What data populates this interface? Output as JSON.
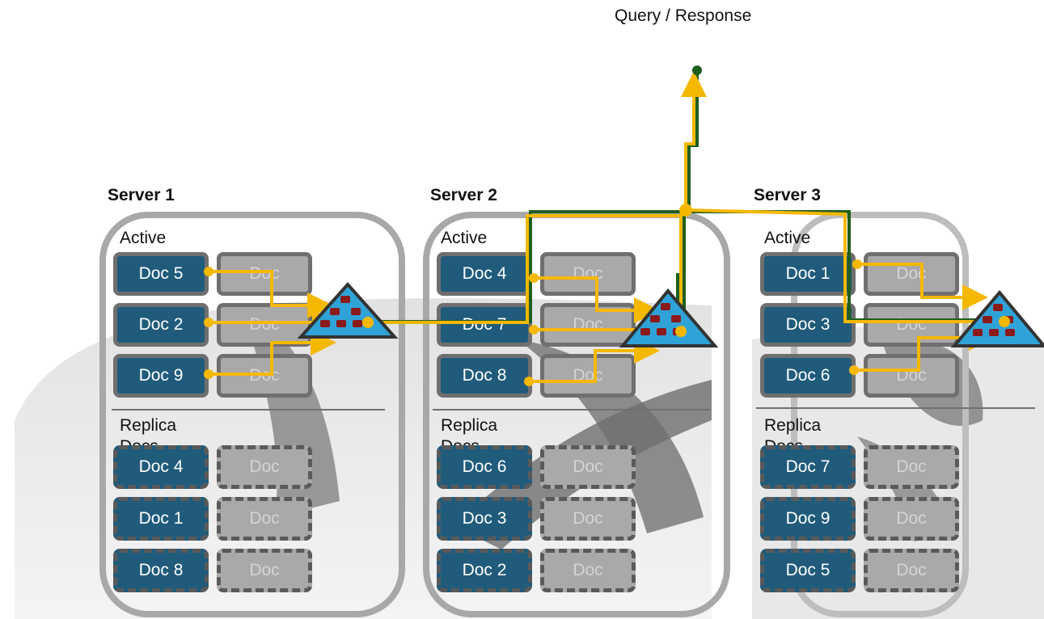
{
  "query_label": "Query / Response",
  "colors": {
    "doc_fill": "#205b7b",
    "doc_ghost_fill": "#a9a9a9",
    "server_border": "#a8a8a8",
    "path_yellow": "#f5b800",
    "path_green": "#1f5e1f",
    "indexer_fill": "#2fa3d8",
    "indexer_node": "#8b1a1a"
  },
  "servers": [
    {
      "title": "Server 1",
      "active_label": "Active Docs",
      "replica_label": "Replica Docs",
      "active_docs": [
        "Doc 5",
        "Doc 2",
        "Doc 9"
      ],
      "replica_docs": [
        "Doc 4",
        "Doc 1",
        "Doc 8"
      ],
      "placeholder": "Doc"
    },
    {
      "title": "Server 2",
      "active_label": "Active Docs",
      "replica_label": "Replica Docs",
      "active_docs": [
        "Doc 4",
        "Doc 7",
        "Doc 8"
      ],
      "replica_docs": [
        "Doc 6",
        "Doc 3",
        "Doc 2"
      ],
      "placeholder": "Doc"
    },
    {
      "title": "Server 3",
      "active_label": "Active Docs",
      "replica_label": "Replica Docs",
      "active_docs": [
        "Doc 1",
        "Doc 3",
        "Doc 6"
      ],
      "replica_docs": [
        "Doc 7",
        "Doc 9",
        "Doc 5"
      ],
      "placeholder": "Doc"
    }
  ]
}
